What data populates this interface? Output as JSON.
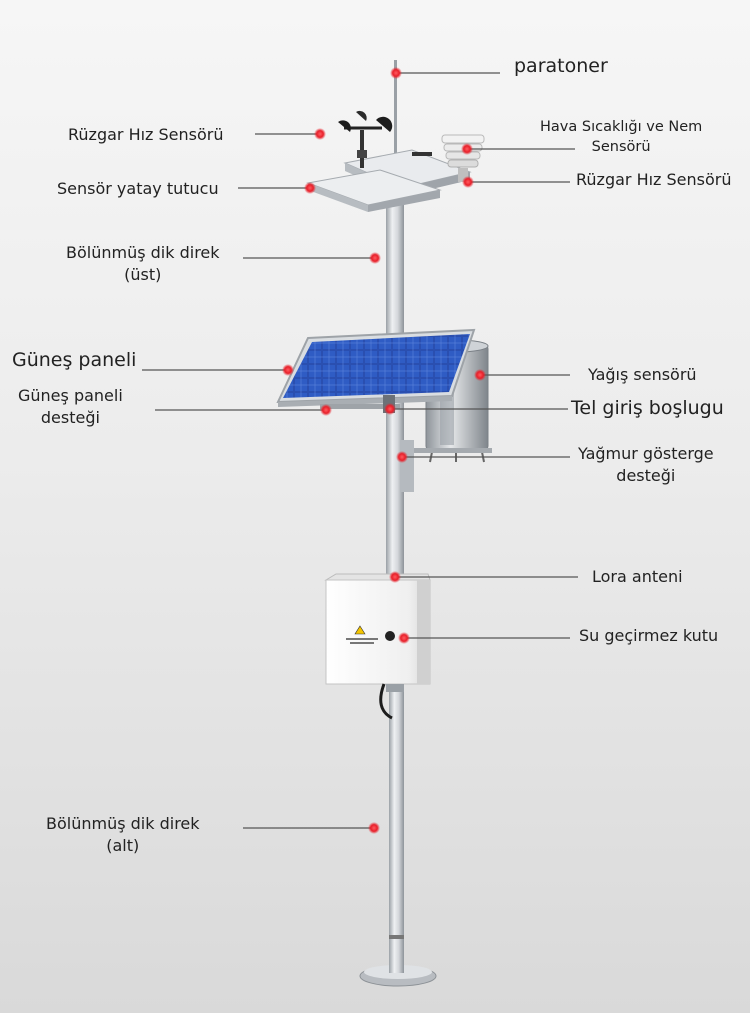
{
  "labels": {
    "paratoner": "paratoner",
    "ruzgar_hiz_left": "Rüzgar Hız Sensörü",
    "hava_line1": "Hava Sıcaklığı ve Nem",
    "hava_line2": "Sensörü",
    "sensor_tutucu": "Sensör yatay tutucu",
    "ruzgar_hiz_right": "Rüzgar Hız Sensörü",
    "direk_ust_line1": "Bölünmüş dik direk",
    "direk_ust_line2": "(üst)",
    "gunes_paneli": "Güneş paneli",
    "yagis_sensoru": "Yağış sensörü",
    "panel_destegi_line1": "Güneş paneli",
    "panel_destegi_line2": "desteği",
    "tel_giris": "Tel giriş boşlugu",
    "yagmur_destek_line1": "Yağmur gösterge",
    "yagmur_destek_line2": "desteği",
    "lora_anteni": "Lora anteni",
    "su_gecirmez": "Su geçirmez kutu",
    "direk_alt_line1": "Bölünmüş dik direk",
    "direk_alt_line2": "(alt)"
  },
  "colors": {
    "marker": "#e8202a",
    "leader": "#555555",
    "pole": "#c9cdd2",
    "panel": "#1f3f8f",
    "box": "#f3f3f3"
  }
}
